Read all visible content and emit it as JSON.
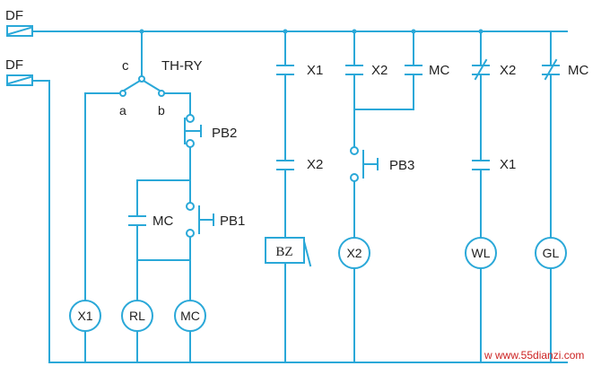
{
  "labels": {
    "df_top": "DF",
    "df_bottom": "DF",
    "switch_c": "c",
    "switch_name": "TH-RY",
    "switch_a": "a",
    "switch_b": "b",
    "pb2": "PB2",
    "mc_contact_left": "MC",
    "pb1": "PB1",
    "x1_contact": "X1",
    "x2_contact_col1": "X2",
    "x2_contact_col2": "X2",
    "mc_contact_col2": "MC",
    "pb3": "PB3",
    "x2_nc_contact": "X2",
    "x1_contact_col3": "X1",
    "mc_nc_contact": "MC"
  },
  "loads": {
    "x1": "X1",
    "rl": "RL",
    "mc": "MC",
    "bz": "BZ",
    "x2": "X2",
    "wl": "WL",
    "gl": "GL"
  },
  "watermark": "w www.55dianzi.com",
  "colors": {
    "wire": "#2aa8d8",
    "text": "#222222",
    "watermark": "#cc2222"
  }
}
